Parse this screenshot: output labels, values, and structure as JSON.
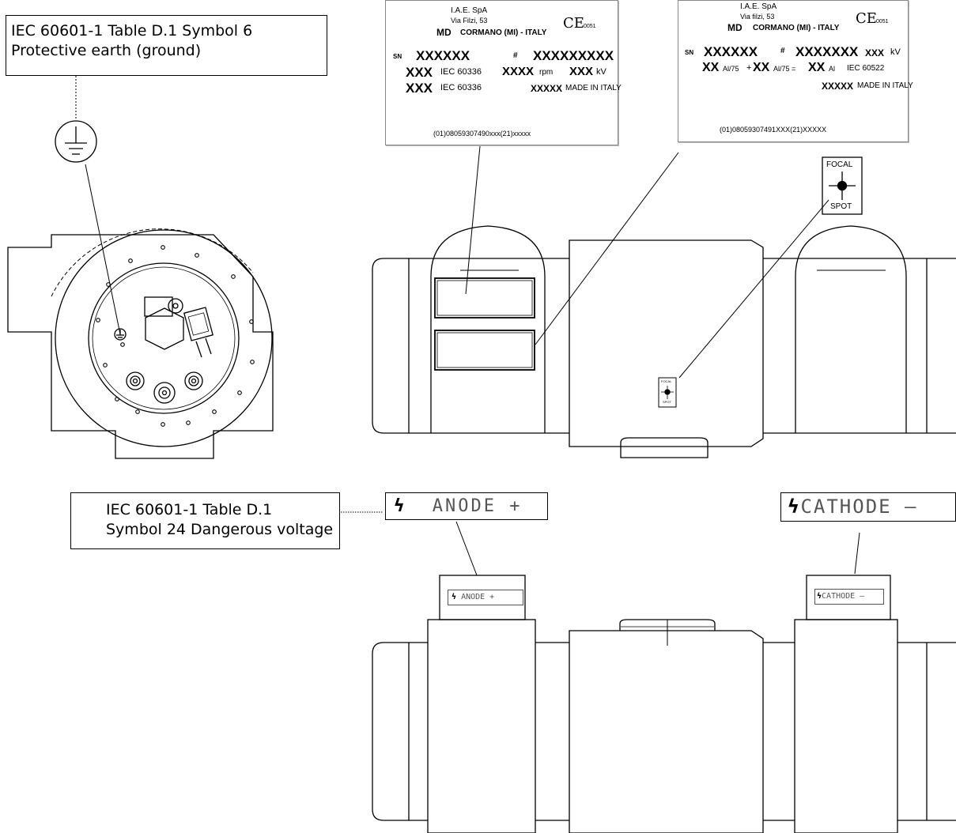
{
  "callouts": {
    "earth": {
      "line1": "IEC 60601-1  Table D.1 Symbol 6",
      "line2": "Protective earth (ground)"
    },
    "voltage": {
      "line1": "IEC 60601-1  Table D.1",
      "line2": "Symbol 24 Dangerous voltage"
    }
  },
  "label_1": {
    "logo": "iae",
    "company": "I.A.E. SpA",
    "street": "Via Filzi, 53",
    "md": "MD",
    "city": "CORMANO (MI) - ITALY",
    "ce": "CE",
    "notified_body": "0051",
    "sn_box": "SN",
    "serial": "XXXXXX",
    "hash_box": "#",
    "ref": "XXXXXXXXX",
    "r2_value": "XXX",
    "r2_std": "IEC 60336",
    "rpm_value": "XXXX",
    "rpm_unit": "rpm",
    "kv_value": "XXX",
    "kv_unit": "kV",
    "r3_value": "XXX",
    "r3_std": "IEC 60336",
    "date_value": "XXXXX",
    "made_in": "MADE IN ITALY",
    "barcode_text": "(01)08059307490xxx(21)xxxxx"
  },
  "label_2": {
    "logo": "iae",
    "company": "I.A.E. SpA",
    "street": "Via filzi, 53",
    "md": "MD",
    "city": "CORMANO (MI) - ITALY",
    "ce": "CE",
    "notified_body": "0051",
    "sn_box": "SN",
    "serial": "XXXXXX",
    "hash_box": "#",
    "ref": "XXXXXXX",
    "kv_value": "XXX",
    "kv_unit": "kV",
    "filt1": "XX",
    "filt1_unit": "Al/75",
    "plus": "+",
    "filt2": "XX",
    "filt2_unit": "Al/75 =",
    "filt3": "XX",
    "filt3_unit": "Al",
    "std": "IEC 60522",
    "date_value": "XXXXX",
    "made_in": "MADE IN ITALY",
    "barcode_text": "(01)08059307491XXX(21)XXXXX"
  },
  "focal_spot": {
    "top": "FOCAL",
    "bottom": "SPOT"
  },
  "hv_labels": {
    "bolt": "ϟ",
    "anode": "ANODE +",
    "cathode": "CATHODE  –",
    "anode_small": "ANODE  +",
    "cathode_small": "CATHODE  –"
  }
}
